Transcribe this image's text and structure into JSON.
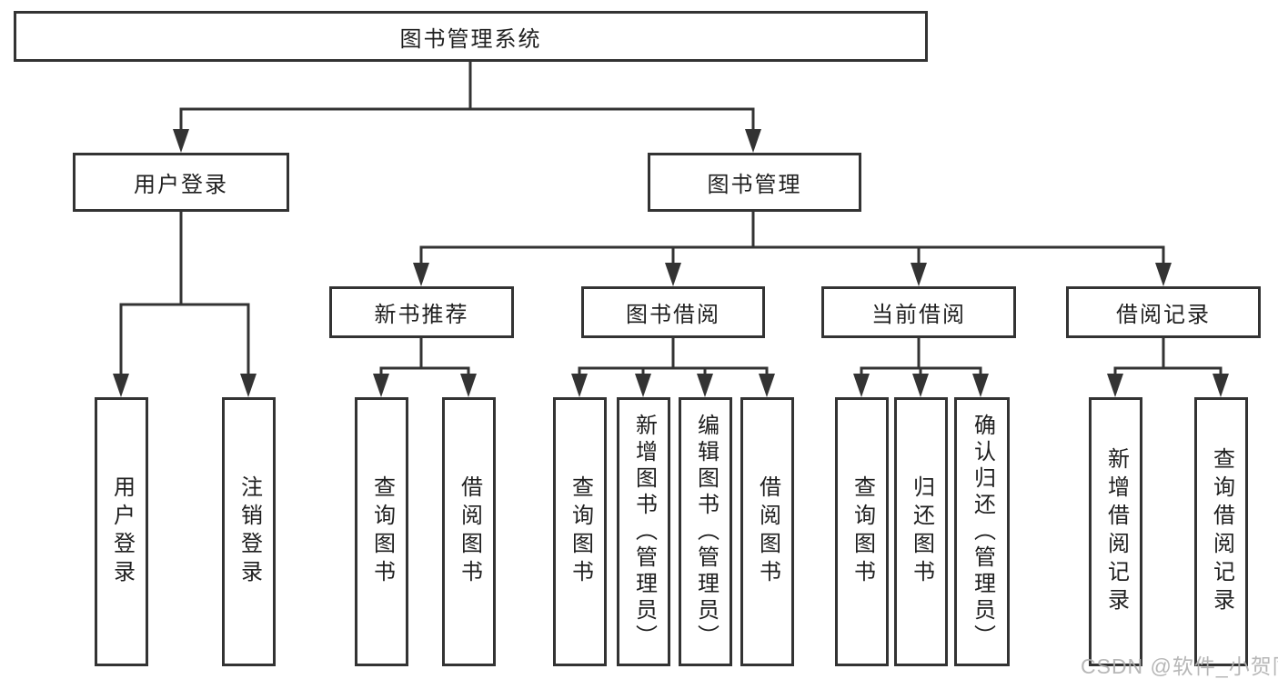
{
  "diagram": {
    "root": {
      "label": "图书管理系统"
    },
    "level2": [
      {
        "id": "user-login",
        "label": "用户登录"
      },
      {
        "id": "book-management",
        "label": "图书管理"
      }
    ],
    "level3": [
      {
        "id": "new-book-recommend",
        "label": "新书推荐"
      },
      {
        "id": "book-borrow",
        "label": "图书借阅"
      },
      {
        "id": "current-borrow",
        "label": "当前借阅"
      },
      {
        "id": "borrow-record",
        "label": "借阅记录"
      }
    ],
    "leaves": {
      "user_login": [
        "用户登录",
        "注销登录"
      ],
      "new_book_recommend": [
        "查询图书",
        "借阅图书"
      ],
      "book_borrow": [
        "查询图书",
        "新增图书（管理员）",
        "编辑图书（管理员）",
        "借阅图书"
      ],
      "current_borrow": [
        "查询图书",
        "归还图书",
        "确认归还（管理员）"
      ],
      "borrow_record": [
        "新增借阅记录",
        "查询借阅记录"
      ]
    }
  },
  "watermark": {
    "text": "CSDN @软件_小贺同学"
  },
  "colors": {
    "line": "#333333",
    "text": "#1f1f1f",
    "watermark": "#afafaf",
    "background": "#ffffff"
  }
}
